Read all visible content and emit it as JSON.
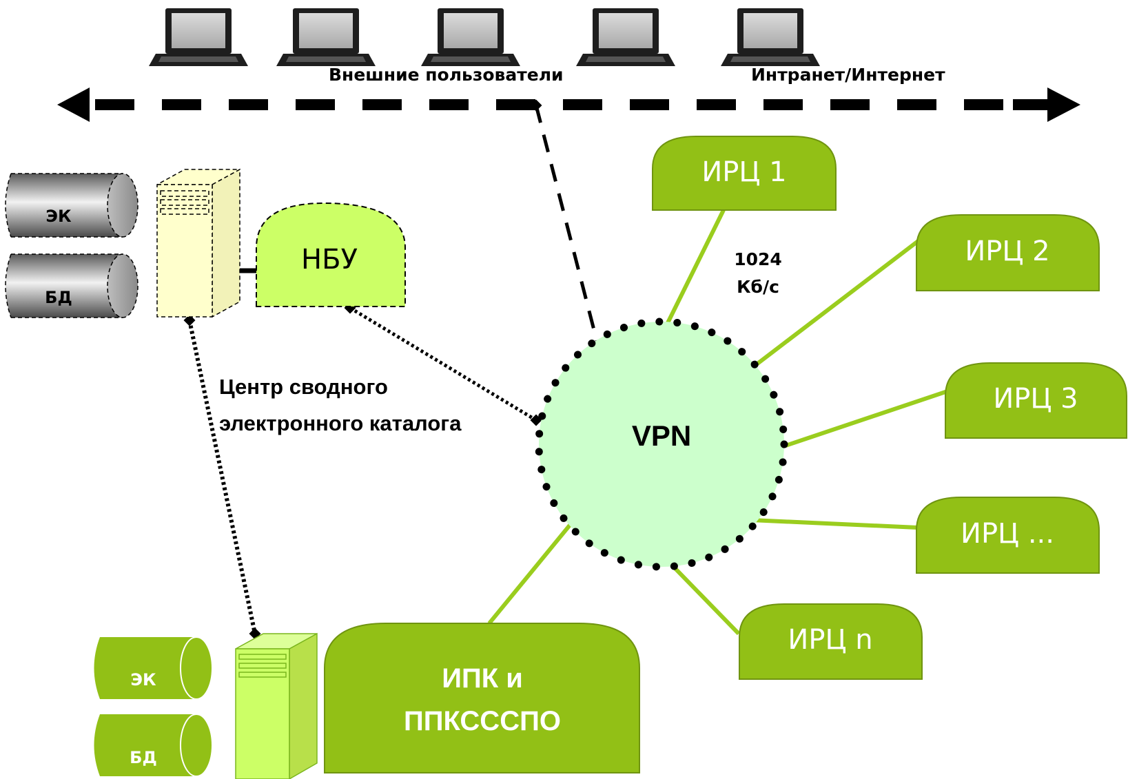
{
  "network": {
    "external_users_label": "Внешние пользователи",
    "intranet_label": "Интранет/Интернет"
  },
  "vpn": {
    "label": "VPN",
    "bandwidth_value": "1024",
    "bandwidth_unit": "Кб/с"
  },
  "nbu": {
    "label": "НБУ",
    "db_ek": "ЭК",
    "db_bd": "БД"
  },
  "center": {
    "line1": "Центр сводного",
    "line2": "электронного каталога"
  },
  "ipk": {
    "line1": "ИПК и",
    "line2": "ППКСССПО",
    "db_ek": "ЭК",
    "db_bd": "БД"
  },
  "ircs": [
    {
      "label": "ИРЦ 1"
    },
    {
      "label": "ИРЦ 2"
    },
    {
      "label": "ИРЦ 3"
    },
    {
      "label": "ИРЦ ..."
    },
    {
      "label": "ИРЦ n"
    }
  ],
  "colors": {
    "irc_fill": "#92c016",
    "irc_stroke": "#6f9410",
    "link_line": "#9acd1e",
    "vpn_fill": "#ccffcc",
    "nbu_fill": "#ccff66",
    "old_server_fill": "#ffffcc",
    "new_server_fill": "#ccff66",
    "ipk_db_fill": "#92c016"
  },
  "icons": [
    "laptop-icon",
    "server-icon",
    "database-cylinder-icon",
    "double-arrow-icon"
  ]
}
